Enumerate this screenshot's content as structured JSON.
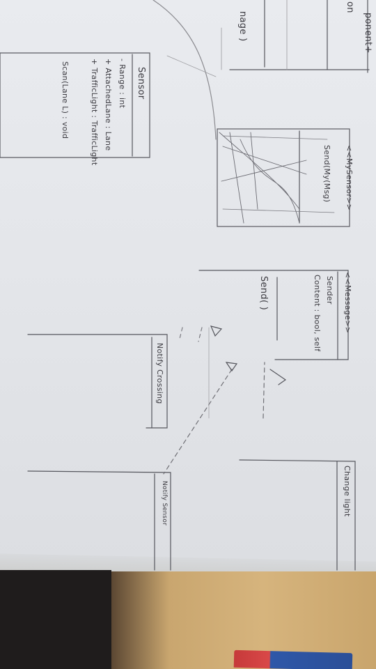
{
  "sheet": {
    "classes": {
      "component": {
        "name": "ponent+ ",
        "fragment": "on"
      },
      "sensor": {
        "name": "Sensor",
        "attributes": [
          "- Range : int",
          "+ AttachedLane : Lane",
          "+ TrafficLight : TrafficLight"
        ],
        "method": "Scan(Lane L) : void"
      },
      "my_sensor": {
        "stereotype": "<<MySensor>>",
        "operation": "Send(My(Msg)"
      },
      "message": {
        "stereotype": "<<Message>>",
        "attribute_1": "Sender",
        "attribute_2": "Content : bool, self",
        "operation": "Send( )"
      },
      "notify_crossing": {
        "name": "Notify Crossing"
      },
      "change_light": {
        "name": "Change light"
      },
      "notify_sensor": {
        "name": "Notify Sensor"
      }
    },
    "edge_note": "nage )"
  },
  "colors": {
    "paper": "#e6e8ec",
    "pencil": "#55565d",
    "table": "#d1ae76",
    "book_red": "#d94848",
    "book_blue": "#2b4f98"
  }
}
